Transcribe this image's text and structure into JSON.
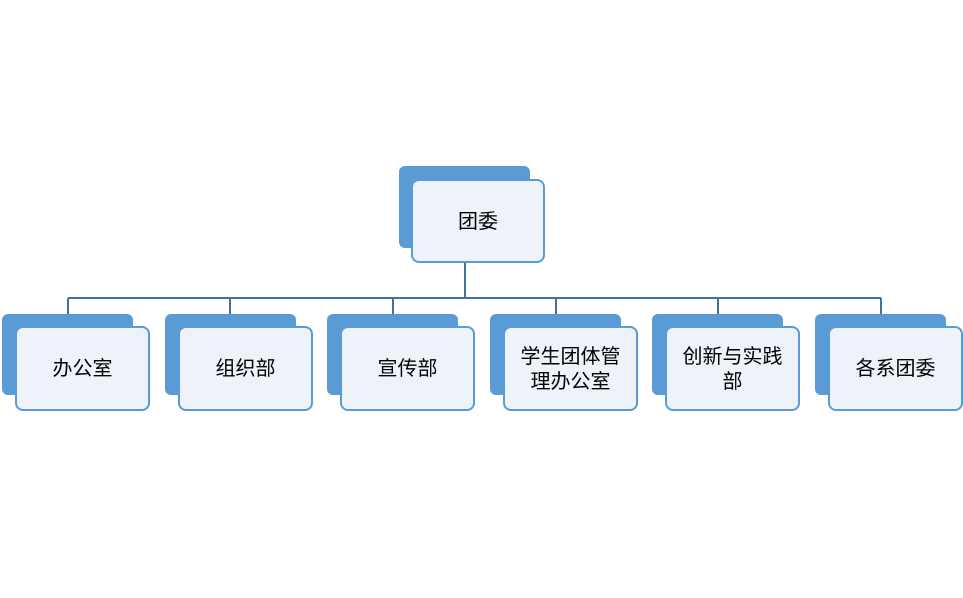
{
  "root": {
    "label": "团委"
  },
  "children": [
    {
      "label": "办公室"
    },
    {
      "label": "组织部"
    },
    {
      "label": "宣传部"
    },
    {
      "label": "学生团体管理办公室"
    },
    {
      "label": "创新与实践部"
    },
    {
      "label": "各系团委"
    }
  ],
  "colors": {
    "accent": "#5b9bd5",
    "box_fill": "#eef3fa",
    "connector": "#41719c"
  }
}
